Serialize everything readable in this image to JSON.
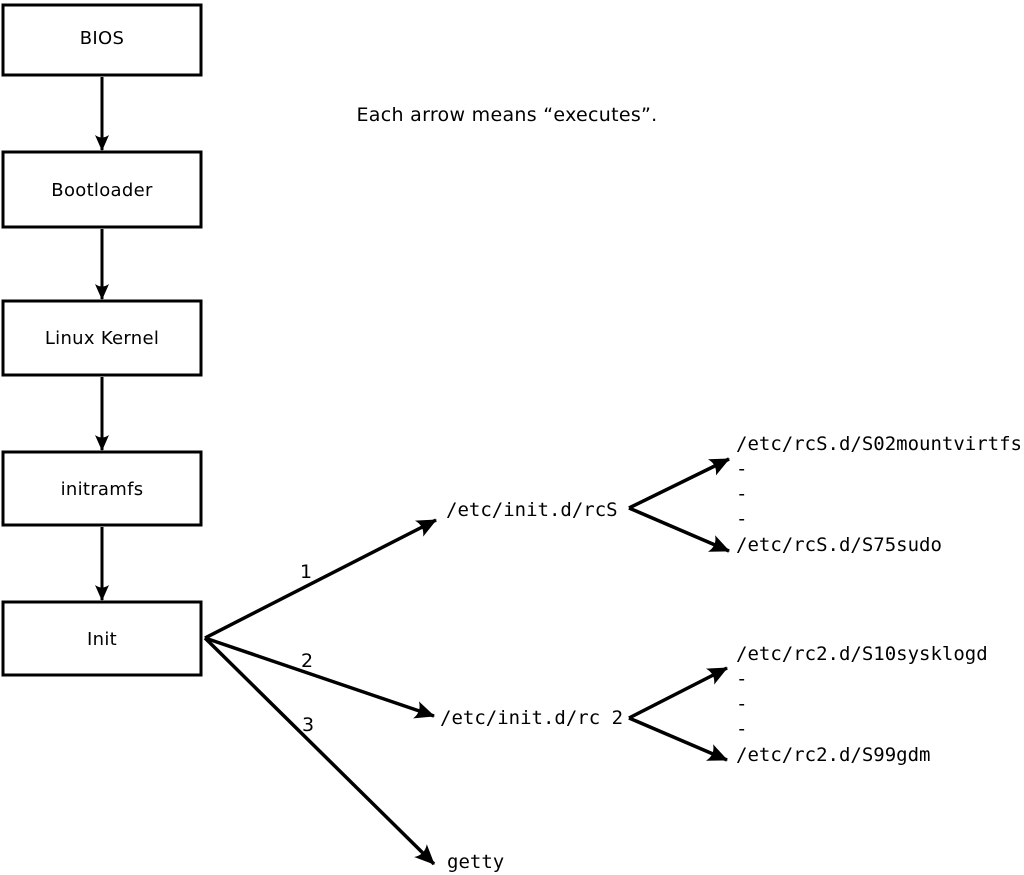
{
  "note": "Each arrow means “executes”.",
  "chain": [
    "BIOS",
    "Bootloader",
    "Linux Kernel",
    "initramfs",
    "Init"
  ],
  "fan": [
    {
      "num": "1",
      "target": "/etc/init.d/rcS"
    },
    {
      "num": "2",
      "target": "/etc/init.d/rc 2"
    },
    {
      "num": "3",
      "target": "getty"
    }
  ],
  "rcS_children": [
    "/etc/rcS.d/S02mountvirtfs",
    "-",
    "-",
    "-",
    "/etc/rcS.d/S75sudo"
  ],
  "rc2_children": [
    "/etc/rc2.d/S10sysklogd",
    "-",
    "-",
    "-",
    "/etc/rc2.d/S99gdm"
  ],
  "colors": {
    "ink": "#000000",
    "bg": "#ffffff"
  }
}
